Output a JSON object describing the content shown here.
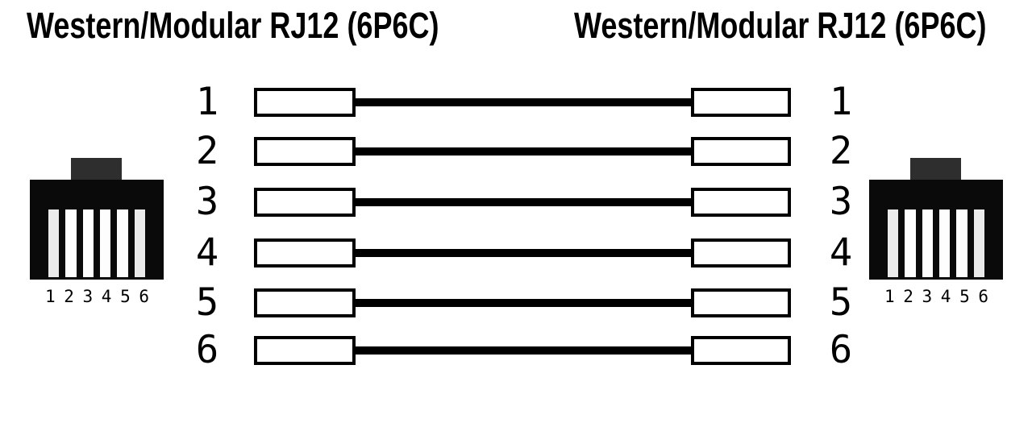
{
  "titles": {
    "left": "Western/Modular RJ12 (6P6C)",
    "right": "Western/Modular RJ12 (6P6C)"
  },
  "connectors": {
    "left": {
      "pin_labels": "1 2 3 4 5 6"
    },
    "right": {
      "pin_labels": "1 2 3 4 5 6"
    }
  },
  "wiring": {
    "rows": [
      {
        "left_pin": "1",
        "right_pin": "1"
      },
      {
        "left_pin": "2",
        "right_pin": "2"
      },
      {
        "left_pin": "3",
        "right_pin": "3"
      },
      {
        "left_pin": "4",
        "right_pin": "4"
      },
      {
        "left_pin": "5",
        "right_pin": "5"
      },
      {
        "left_pin": "6",
        "right_pin": "6"
      }
    ]
  },
  "colors": {
    "background": "#ffffff",
    "ink": "#000000",
    "connector_body": "#0a0a0a",
    "tab_gray": "#2e2e2e",
    "slot_light": "#ebebeb",
    "slot_white": "#fdfdfd"
  }
}
